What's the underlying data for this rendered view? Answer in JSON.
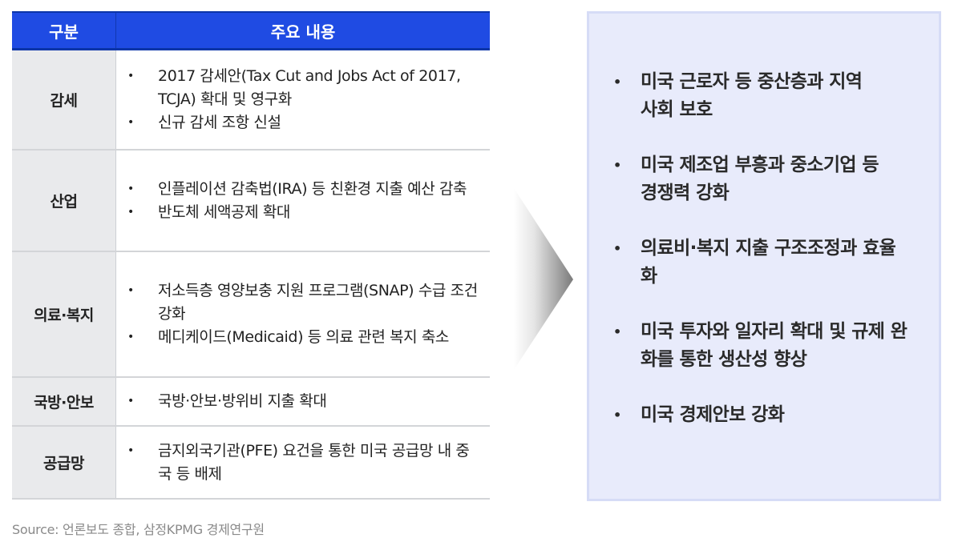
{
  "table": {
    "headers": {
      "category": "구분",
      "content": "주요 내용"
    },
    "rows": [
      {
        "category": "감세",
        "items": [
          "2017 감세안(Tax Cut and Jobs Act of 2017, TCJA) 확대 및 영구화",
          "신규 감세 조항 신설"
        ]
      },
      {
        "category": "산업",
        "items": [
          "인플레이션 감축법(IRA) 등 친환경 지출 예산 감축",
          "반도체 세액공제 확대"
        ]
      },
      {
        "category": "의료·복지",
        "items": [
          "저소득층 영양보충 지원 프로그램(SNAP) 수급 조건 강화",
          "메디케이드(Medicaid) 등 의료 관련 복지 축소"
        ]
      },
      {
        "category": "국방·안보",
        "items": [
          "국방·안보·방위비 지출 확대"
        ]
      },
      {
        "category": "공급망",
        "items": [
          "금지외국기관(PFE) 요건을 통한 미국 공급망 내 중국 등 배제"
        ]
      }
    ]
  },
  "source": "Source: 언론보도 종합, 삼정KPMG 경제연구원",
  "bullet": "•",
  "goals": [
    "미국 근로자 등 중산층과 지역사회 보호",
    "미국 제조업 부흥과 중소기업 등 경쟁력 강화",
    "의료비·복지 지출 구조조정과 효율화",
    "미국 투자와 일자리 확대 및 규제 완화를 통한 생산성 향상",
    "미국 경제안보 강화"
  ],
  "colors": {
    "header_bg": "#1F4BE3",
    "header_border": "#0B35A8",
    "category_bg": "#E9EAEC",
    "goals_bg": "#E8EBFB",
    "goals_border": "#D6DCF6",
    "source_text": "#8A8A8A"
  }
}
